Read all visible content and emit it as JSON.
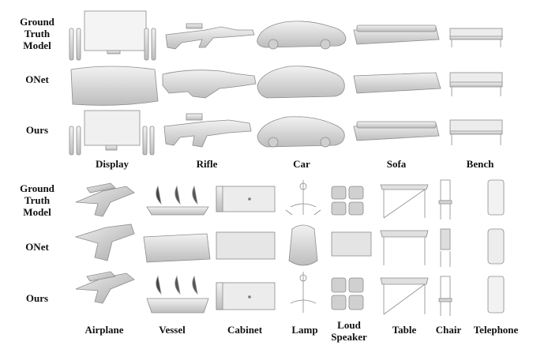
{
  "figure": {
    "top_panel": {
      "row_labels": [
        "Ground\nTruth\nModel",
        "ONet",
        "Ours"
      ],
      "column_labels": [
        "Display",
        "Rifle",
        "Car",
        "Sofa",
        "Bench"
      ]
    },
    "bottom_panel": {
      "row_labels": [
        "Ground\nTruth\nModel",
        "ONet",
        "Ours"
      ],
      "column_labels": [
        "Airplane",
        "Vessel",
        "Cabinet",
        "Lamp",
        "Loud\nSpeaker",
        "Table",
        "Chair",
        "Telephone"
      ]
    },
    "colors": {
      "shape_fill": "#d9d9d9",
      "shape_stroke": "#8c8c8c",
      "shadow": "#b3b3b3",
      "label": "#111111"
    }
  }
}
